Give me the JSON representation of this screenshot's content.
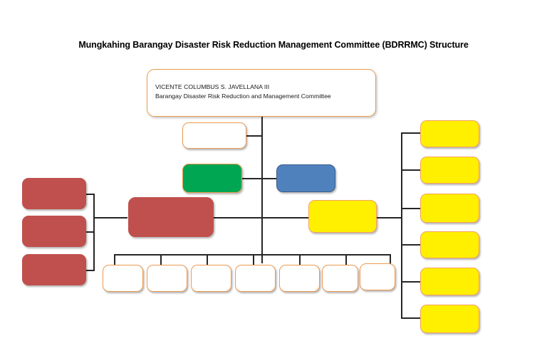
{
  "chart": {
    "title": "Mungkahing Barangay Disaster Risk Reduction Management Committee (BDRRMC) Structure",
    "type": "org-chart",
    "background_color": "#FFFFFF"
  },
  "palette": {
    "orange_border": "#ED9B52",
    "green_fill": "#00A651",
    "blue_fill": "#4F81BD",
    "blue_border": "#385D8A",
    "yellow_fill": "#FFF000",
    "yellow_border": "#F5A25A",
    "red_fill": "#C0504D",
    "white_fill": "#FFFFFF",
    "connector": "#262626",
    "title_color": "#000000"
  },
  "executive": {
    "name": "VICENTE COLUMBUS S. JAVELLANA III",
    "role": "Barangay Disaster Risk Reduction  and Management Committee"
  },
  "nodes": {
    "deputy_blank": {
      "label": "",
      "fill": "white"
    },
    "green_unit": {
      "label": "",
      "fill": "green"
    },
    "blue_unit": {
      "label": "",
      "fill": "blue"
    },
    "center_red": {
      "label": "",
      "fill": "red"
    },
    "center_yellow": {
      "label": "",
      "fill": "yellow"
    }
  },
  "left_column": {
    "count": 3,
    "fill": "red",
    "items": [
      {
        "label": ""
      },
      {
        "label": ""
      },
      {
        "label": ""
      }
    ]
  },
  "bottom_row": {
    "count": 7,
    "fill": "white",
    "items": [
      {
        "label": ""
      },
      {
        "label": ""
      },
      {
        "label": ""
      },
      {
        "label": ""
      },
      {
        "label": ""
      },
      {
        "label": ""
      },
      {
        "label": ""
      }
    ]
  },
  "right_column": {
    "count": 6,
    "fill": "yellow",
    "items": [
      {
        "label": ""
      },
      {
        "label": ""
      },
      {
        "label": ""
      },
      {
        "label": ""
      },
      {
        "label": ""
      },
      {
        "label": ""
      }
    ]
  }
}
